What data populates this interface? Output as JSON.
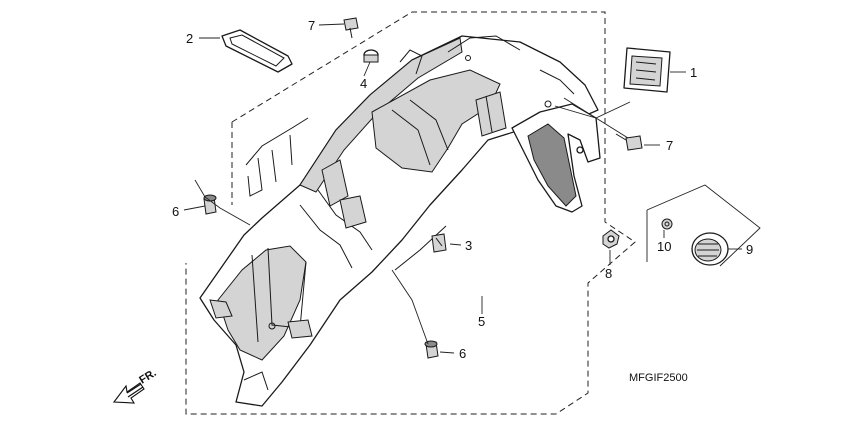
{
  "diagram": {
    "callouts": {
      "c1": "1",
      "c2": "2",
      "c3": "3",
      "c4": "4",
      "c5": "5",
      "c6a": "6",
      "c6b": "6",
      "c7a": "7",
      "c7b": "7",
      "c8": "8",
      "c9": "9",
      "c10": "10"
    },
    "figure_code": "MFGIF2500",
    "direction_label": "FR."
  }
}
